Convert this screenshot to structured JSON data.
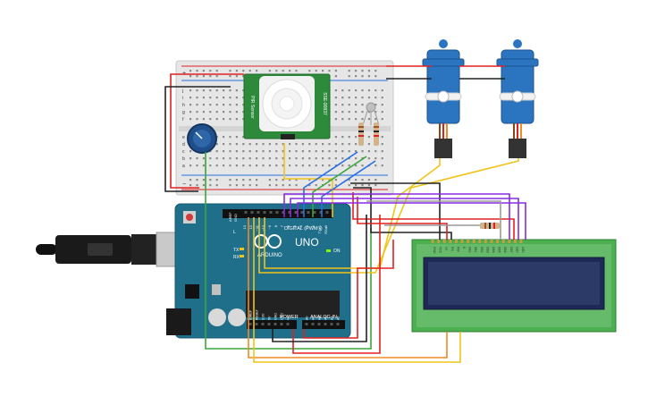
{
  "arduino": {
    "brand": "ARDUINO",
    "model": "UNO",
    "digital_header": "DIGITAL (PWM~)",
    "power_header": "POWER",
    "analog_header": "ANALOG IN",
    "on_label": "ON",
    "tx_label": "TX",
    "rx_label": "RX",
    "l_label": "L",
    "aref_label": "AREF",
    "gnd_label": "GND",
    "digital_pins": [
      "13",
      "12",
      "~11",
      "~10",
      "~9",
      "8",
      "7",
      "~6",
      "~5",
      "4",
      "~3",
      "2",
      "TX▸1",
      "RX◂0"
    ],
    "power_pins": [
      "IOREF",
      "RESET",
      "3.3V",
      "5V",
      "GND",
      "GND",
      "Vin"
    ],
    "analog_pins": [
      "A0",
      "A1",
      "A2",
      "A3",
      "A4",
      "A5"
    ]
  },
  "pir_sensor": {
    "left_text": "PIR Sensor",
    "right_text": "SSE-90837"
  },
  "breadboard": {
    "plus": "+",
    "minus": "−",
    "row_letters_top": [
      "j",
      "i",
      "h",
      "g",
      "f"
    ],
    "row_letters_bottom": [
      "e",
      "d",
      "c",
      "b",
      "a"
    ]
  },
  "lcd": {
    "pin_labels": [
      "GND",
      "VCC",
      "V0",
      "RS",
      "RW",
      "E",
      "DB0",
      "DB1",
      "DB2",
      "DB3",
      "DB4",
      "DB5",
      "DB6",
      "DB7",
      "LED",
      "LED"
    ]
  },
  "colors": {
    "board_teal": "#1f6f8b",
    "breadboard": "#e8e8e8",
    "pcb_green": "#2d8a3a",
    "servo_blue": "#2a74c0",
    "lcd_frame": "#4caf50",
    "lcd_screen": "#2b3a67",
    "wire_red": "#e02020",
    "wire_black": "#222222",
    "wire_yellow": "#f0c419",
    "wire_green": "#3aa63a",
    "wire_blue": "#2a6fe0",
    "wire_purple": "#8a2be2",
    "wire_orange": "#f08a24",
    "wire_gray": "#9a9a9a"
  },
  "icons": [
    "usb-connector-icon",
    "potentiometer-icon",
    "servo-icon",
    "resistor-icon",
    "led-icon"
  ]
}
